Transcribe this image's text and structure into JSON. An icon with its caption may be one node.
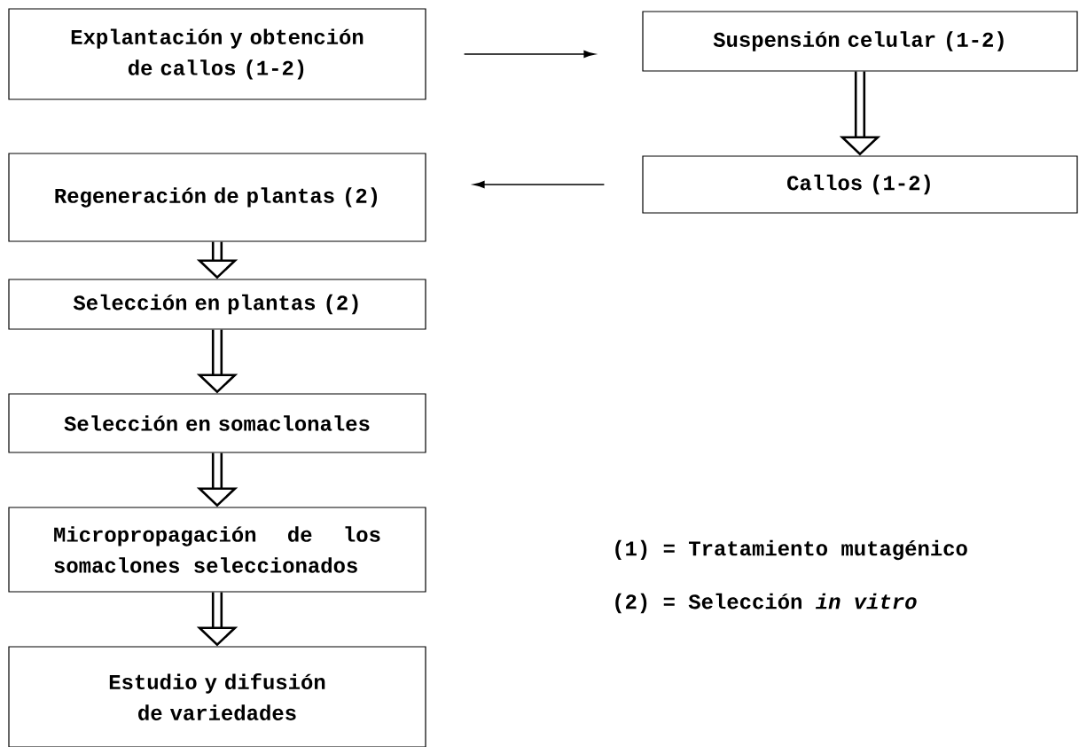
{
  "diagram": {
    "nodes": [
      {
        "text": [
          "Explantación y obtención de callos (1-2)"
        ]
      },
      {
        "text": [
          "Suspensión celular  (1-2)"
        ]
      },
      {
        "text": [
          "Callos  (1-2)"
        ]
      },
      {
        "text": [
          "Regeneración de plantas (2)"
        ]
      },
      {
        "text": [
          "Selección en plantas (2)"
        ]
      },
      {
        "text": [
          "Selección en somaclonales"
        ]
      },
      {
        "text": [
          "Micropropagación  de  los somaclones seleccionados"
        ]
      },
      {
        "text": [
          "Estudio y difusión de variedades"
        ]
      }
    ],
    "edges": [
      {
        "from": 0,
        "to": 1,
        "arrow": "to"
      },
      {
        "from": 1,
        "to": 2,
        "arrow": "to"
      },
      {
        "from": 2,
        "to": 3,
        "arrow": "to"
      },
      {
        "from": 3,
        "to": 4,
        "arrow": "to"
      },
      {
        "from": 4,
        "to": 5,
        "arrow": "to"
      },
      {
        "from": 5,
        "to": 6,
        "arrow": "to"
      },
      {
        "from": 6,
        "to": 7,
        "arrow": "to"
      }
    ],
    "labels": [
      "(1) = Tratamiento mutagénico",
      "(2) = Selección *in vitro*"
    ]
  }
}
